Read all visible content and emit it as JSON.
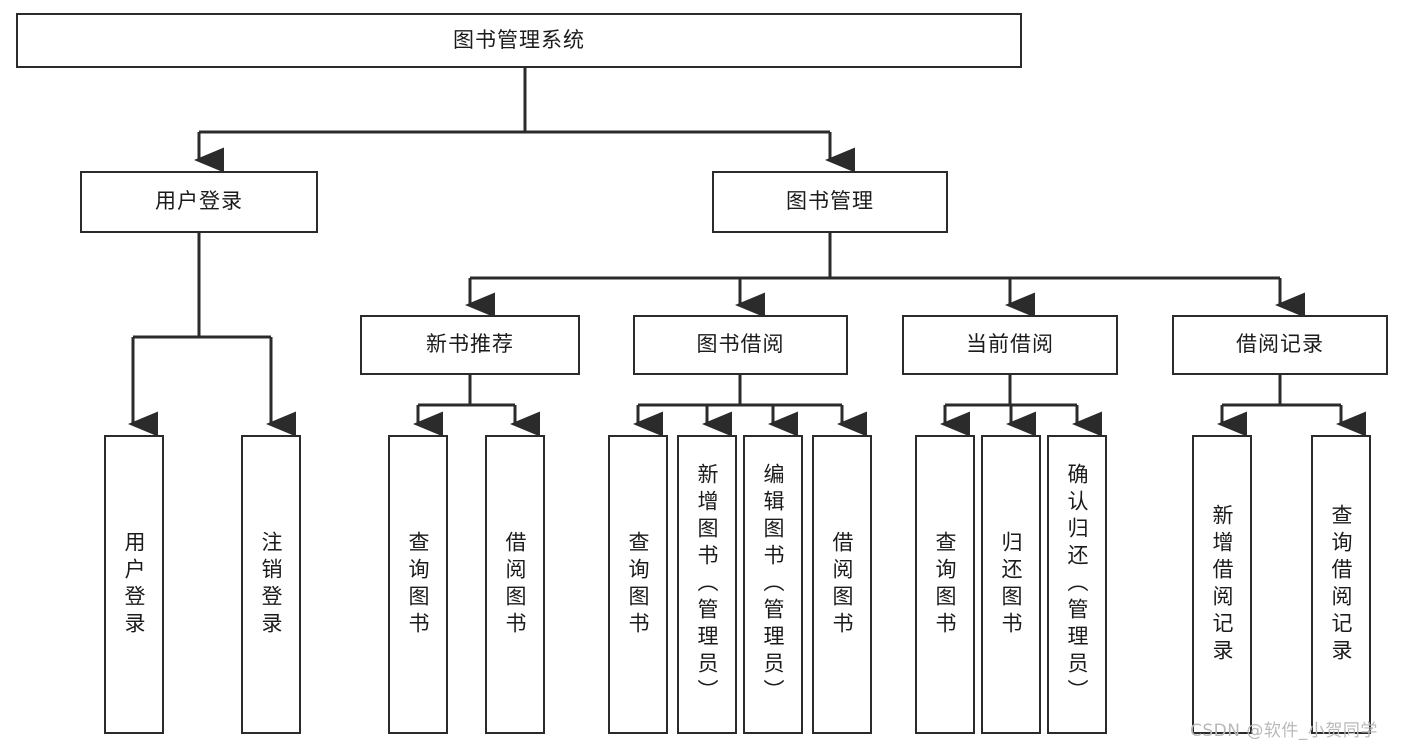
{
  "diagram": {
    "title": "图书管理系统",
    "type": "tree-structure-chart",
    "colors": {
      "stroke": "#2b2b2b",
      "fill": "#ffffff",
      "text": "#1b1b1b",
      "watermark": "#b9b9b9"
    },
    "root": {
      "label": "图书管理系统"
    },
    "level2": [
      {
        "label": "用户登录"
      },
      {
        "label": "图书管理"
      }
    ],
    "level3": [
      {
        "label": "新书推荐"
      },
      {
        "label": "图书借阅"
      },
      {
        "label": "当前借阅"
      },
      {
        "label": "借阅记录"
      }
    ],
    "leaves": {
      "user_login": [
        {
          "label": "用户登录"
        },
        {
          "label": "注销登录"
        }
      ],
      "new_book_recommend": [
        {
          "label": "查询图书"
        },
        {
          "label": "借阅图书"
        }
      ],
      "book_borrow": [
        {
          "label": "查询图书"
        },
        {
          "label": "新增图书（管理员）"
        },
        {
          "label": "编辑图书（管理员）"
        },
        {
          "label": "借阅图书"
        }
      ],
      "current_borrow": [
        {
          "label": "查询图书"
        },
        {
          "label": "归还图书"
        },
        {
          "label": "确认归还（管理员）"
        }
      ],
      "borrow_record": [
        {
          "label": "新增借阅记录"
        },
        {
          "label": "查询借阅记录"
        }
      ]
    }
  },
  "watermark": {
    "text": "CSDN @软件_小贺同学"
  }
}
